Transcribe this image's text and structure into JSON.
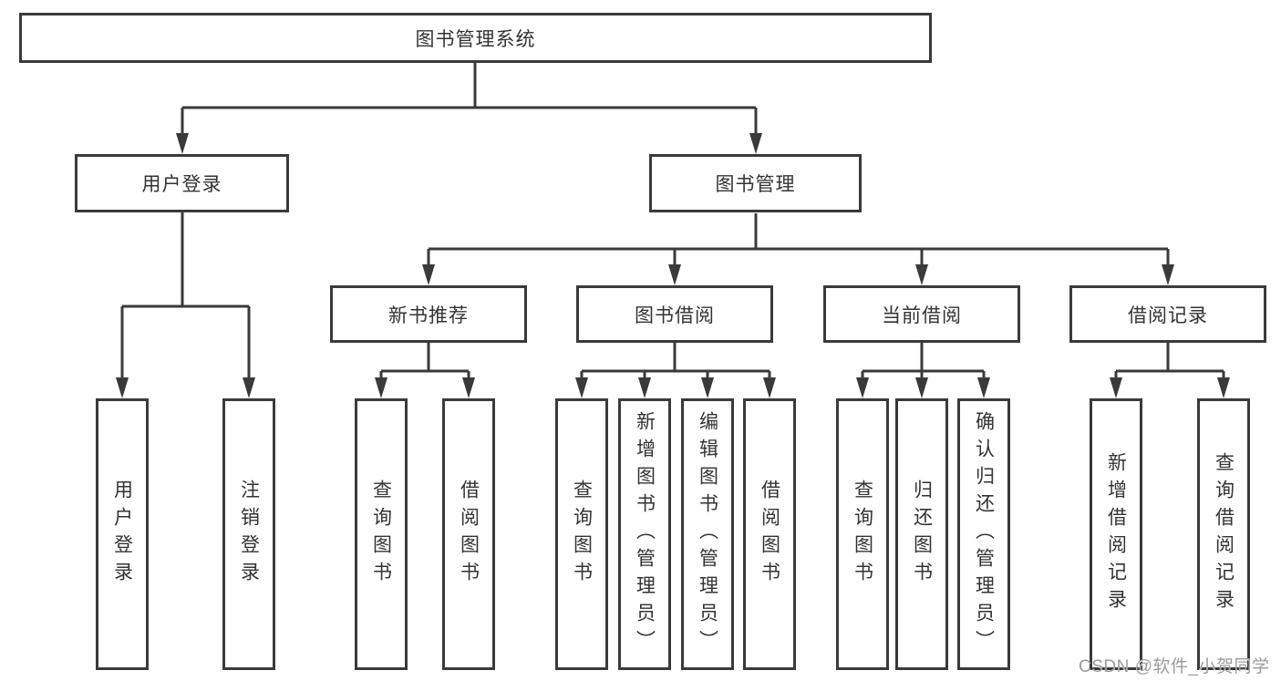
{
  "diagram": {
    "title": "图书管理系统",
    "root": {
      "label": "图书管理系统"
    },
    "branches": [
      {
        "label": "用户登录",
        "children": [
          {
            "label": "用户登录"
          },
          {
            "label": "注销登录"
          }
        ]
      },
      {
        "label": "图书管理",
        "children": [
          {
            "label": "新书推荐",
            "children": [
              {
                "label": "查询图书"
              },
              {
                "label": "借阅图书"
              }
            ]
          },
          {
            "label": "图书借阅",
            "children": [
              {
                "label": "查询图书"
              },
              {
                "label": "新增图书（管理员）"
              },
              {
                "label": "编辑图书（管理员）"
              },
              {
                "label": "借阅图书"
              }
            ]
          },
          {
            "label": "当前借阅",
            "children": [
              {
                "label": "查询图书"
              },
              {
                "label": "归还图书"
              },
              {
                "label": "确认归还（管理员）"
              }
            ]
          },
          {
            "label": "借阅记录",
            "children": [
              {
                "label": "新增借阅记录"
              },
              {
                "label": "查询借阅记录"
              }
            ]
          }
        ]
      }
    ],
    "watermark": "CSDN @软件_小贺同学",
    "colors": {
      "line": "#3a3a3a",
      "box_border": "#3a3a3a",
      "text": "#333333",
      "watermark_text": "#9c9c9c",
      "background": "#ffffff"
    }
  }
}
